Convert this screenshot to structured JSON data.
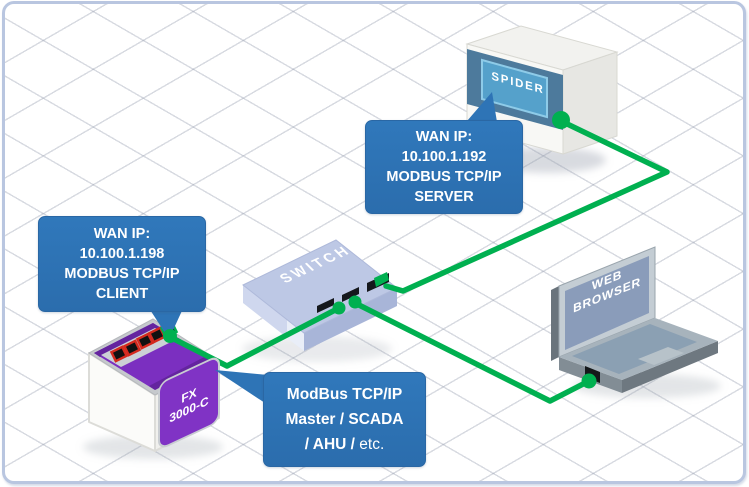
{
  "frame": {
    "background": "#ffffff",
    "border_color": "#b9c6e0"
  },
  "colors": {
    "cable_green": "#00B050",
    "callout_blue": "#2E74B6",
    "fx_purple": "#7B2FC0",
    "switch_body": "#BDC8E5",
    "spider_panel": "#4D7A9C",
    "spider_screen": "#55A1CB",
    "laptop_screen": "#8A9CBA"
  },
  "devices": {
    "spider": {
      "label": "SPIDER"
    },
    "switch": {
      "label": "SWITCH"
    },
    "fx": {
      "line1": "FX",
      "line2": "3000-C"
    },
    "browser": {
      "line1": "WEB",
      "line2": "BROWSER"
    }
  },
  "callouts": {
    "server": {
      "lines": [
        "WAN IP:",
        "10.100.1.192",
        "MODBUS TCP/IP",
        "SERVER"
      ]
    },
    "client": {
      "lines": [
        "WAN IP:",
        "10.100.1.198",
        "MODBUS TCP/IP",
        "CLIENT"
      ]
    },
    "modbus": {
      "line1": "ModBus TCP/IP",
      "line2": "Master / SCADA",
      "line3_bold": "/ AHU / ",
      "line3_light": "etc."
    }
  }
}
